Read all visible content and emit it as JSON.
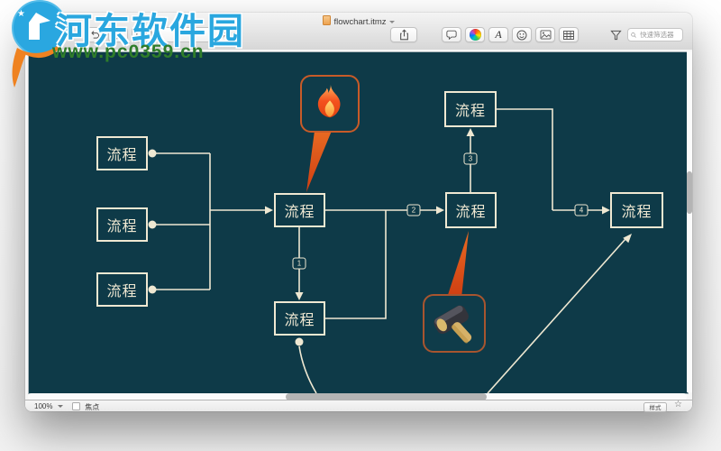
{
  "watermark": {
    "site_name": "河东软件园",
    "site_url": "www.pc0359.cn"
  },
  "window": {
    "title": "flowchart.itmz",
    "toolbar": {
      "search_placeholder": "快速筛选器",
      "font_button_label": "A"
    },
    "status_bar": {
      "zoom_level": "100%",
      "focus_label": "焦点",
      "style_button_label": "样式"
    }
  },
  "canvas": {
    "nodes": [
      {
        "id": "left-1",
        "label": "流程"
      },
      {
        "id": "left-2",
        "label": "流程"
      },
      {
        "id": "left-3",
        "label": "流程"
      },
      {
        "id": "center",
        "label": "流程"
      },
      {
        "id": "bottom-center",
        "label": "流程"
      },
      {
        "id": "right-center",
        "label": "流程"
      },
      {
        "id": "top-right",
        "label": "流程"
      },
      {
        "id": "far-right",
        "label": "流程"
      }
    ],
    "badges": [
      {
        "label": "1"
      },
      {
        "label": "2"
      },
      {
        "label": "3"
      },
      {
        "label": "4"
      }
    ],
    "callouts": [
      {
        "icon": "fire-icon"
      },
      {
        "icon": "hammer-icon"
      }
    ]
  },
  "colors": {
    "canvas_background": "#0e3a48",
    "diagram_stroke": "#efe8d2",
    "callout_accent": "#d9541f",
    "watermark_blue": "#2aa7df",
    "watermark_green": "#2f7d2a"
  }
}
